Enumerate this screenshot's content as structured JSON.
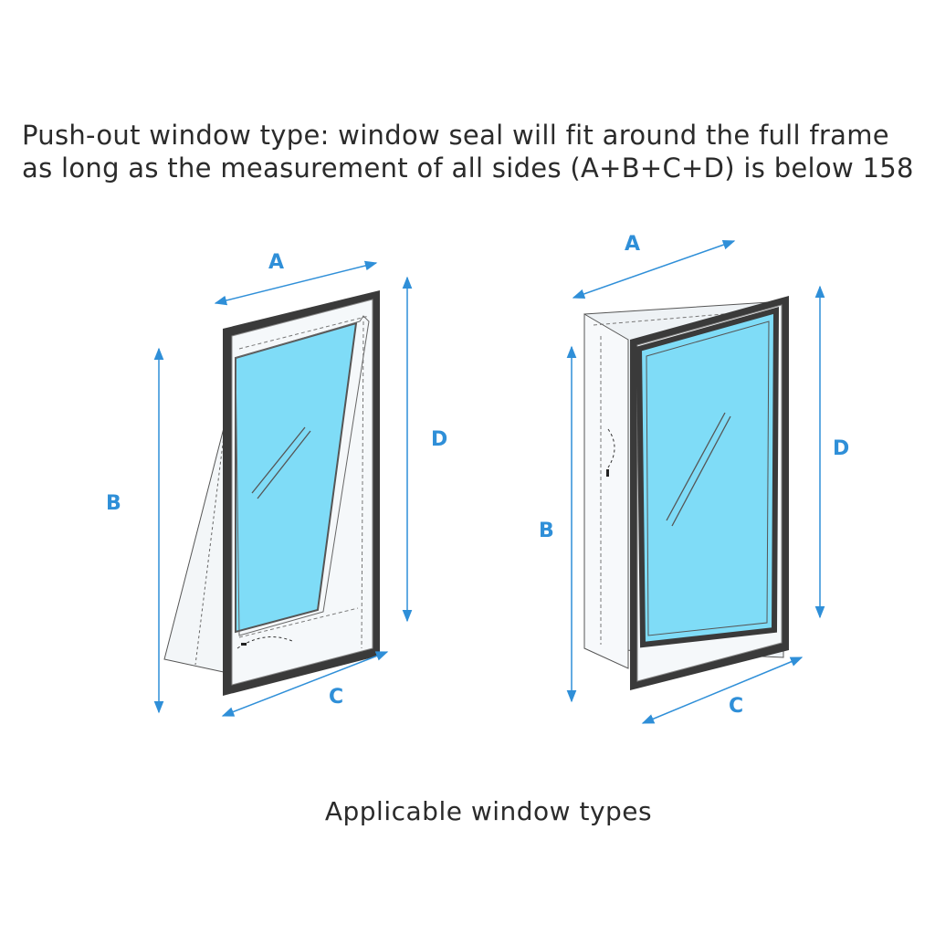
{
  "heading": {
    "line1": "Push-out window type: window seal will fit around the full frame",
    "line2": "as long as the measurement of all sides (A+B+C+D) is below 158"
  },
  "caption": "Applicable window types",
  "dimension_labels": {
    "left": {
      "a": "A",
      "b": "B",
      "c": "C",
      "d": "D"
    },
    "right": {
      "a": "A",
      "b": "B",
      "c": "C",
      "d": "D"
    }
  },
  "colors": {
    "accent": "#2f8fd8",
    "glass": "#7fdcf7",
    "frame": "#3a3a3a",
    "seal": "#f3f6f8"
  },
  "icons": {
    "left_window": "top-hinged-awning-window",
    "right_window": "side-hinged-casement-window"
  }
}
